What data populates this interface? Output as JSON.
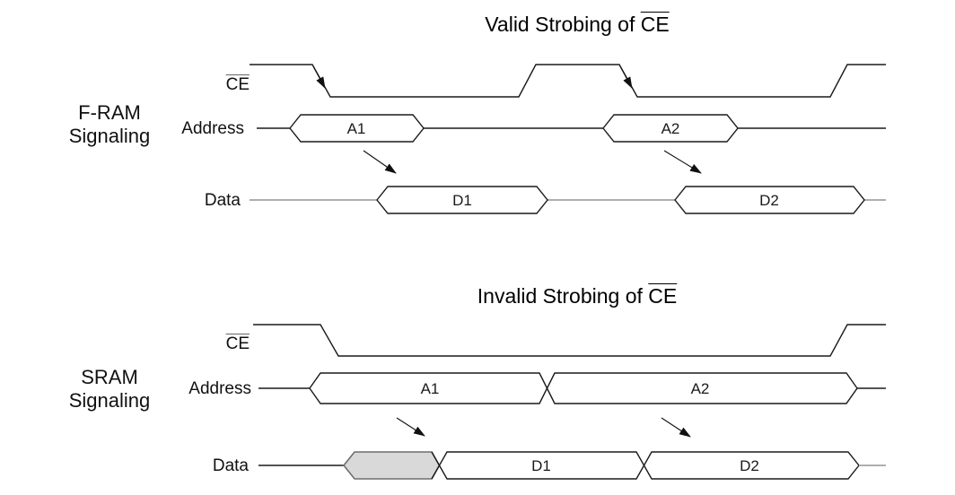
{
  "colors": {
    "line_black": "#1a1a1a",
    "data_baseline_gray": "#a3a3a3",
    "invalid_bus_fill": "#d9d9d9",
    "invalid_bus_stroke": "#6e6e6e",
    "background": "#ffffff"
  },
  "top_diagram": {
    "title_prefix": "Valid Strobing of ",
    "title_signal": "CE",
    "group_label_line1": "F-RAM",
    "group_label_line2": "Signaling",
    "signals": {
      "ce": "CE",
      "address": "Address",
      "data": "Data"
    },
    "bus_labels": {
      "a1": "A1",
      "a2": "A2",
      "d1": "D1",
      "d2": "D2"
    }
  },
  "bottom_diagram": {
    "title_prefix": "Invalid Strobing of ",
    "title_signal": "CE",
    "group_label_line1": "SRAM",
    "group_label_line2": "Signaling",
    "signals": {
      "ce": "CE",
      "address": "Address",
      "data": "Data"
    },
    "bus_labels": {
      "a1": "A1",
      "a2": "A2",
      "d1": "D1",
      "d2": "D2"
    }
  }
}
